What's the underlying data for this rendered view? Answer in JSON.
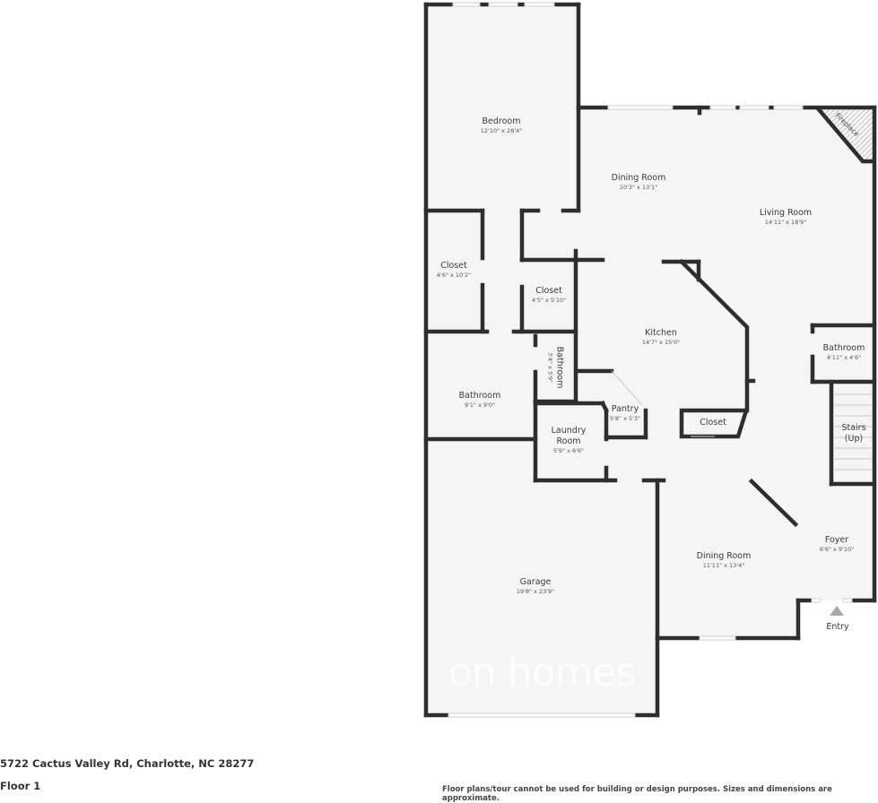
{
  "property": {
    "address": "5722 Cactus Valley Rd, Charlotte, NC 28277",
    "floor": "Floor 1"
  },
  "disclaimer": "Floor plans/tour cannot be used for building or design purposes. Sizes and dimensions are approximate.",
  "watermark": "on homes",
  "colors": {
    "wall": "#2e2e2e",
    "floor": "#f5f5f5",
    "window": "#ffffff",
    "text": "#3a3a3a"
  },
  "rooms": {
    "bedroom": {
      "name": "Bedroom",
      "dims": "12'10\" x 28'4\""
    },
    "dining_upper": {
      "name": "Dining Room",
      "dims": "10'3\" x 13'1\""
    },
    "living": {
      "name": "Living Room",
      "dims": "14'11\" x 18'9\""
    },
    "closet_left": {
      "name": "Closet",
      "dims": "4'6\" x 10'2\""
    },
    "closet_mid": {
      "name": "Closet",
      "dims": "4'5\" x 5'10\""
    },
    "kitchen": {
      "name": "Kitchen",
      "dims": "14'7\" x 15'0\""
    },
    "bathroom_small": {
      "name": "Bathroom",
      "dims": "3'4\" x 5'9\""
    },
    "bathroom_right": {
      "name": "Bathroom",
      "dims": "4'11\" x 4'6\""
    },
    "bathroom_left": {
      "name": "Bathroom",
      "dims": "9'1\" x 9'0\""
    },
    "pantry": {
      "name": "Pantry",
      "dims": "5'8\" x 5'3\""
    },
    "closet_kitchen": {
      "name": "Closet",
      "dims": ""
    },
    "stairs": {
      "name": "Stairs",
      "note": "(Up)"
    },
    "laundry": {
      "name_line1": "Laundry",
      "name_line2": "Room",
      "dims": "5'9\" x 6'6\""
    },
    "dining_lower": {
      "name": "Dining Room",
      "dims": "11'11\" x 13'4\""
    },
    "foyer": {
      "name": "Foyer",
      "dims": "6'6\" x 9'10\""
    },
    "garage": {
      "name": "Garage",
      "dims": "19'8\" x 23'9\""
    }
  },
  "fixtures": {
    "fireplace": "Fireplace",
    "entry": "Entry"
  }
}
